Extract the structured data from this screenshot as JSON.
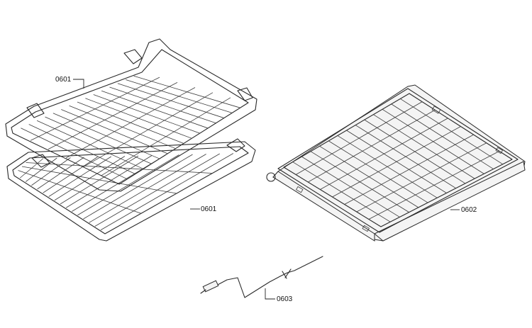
{
  "labels": {
    "top_rack": "0601",
    "bottom_rack": "0601",
    "sliding_rack": "0602",
    "sensor": "0603"
  }
}
